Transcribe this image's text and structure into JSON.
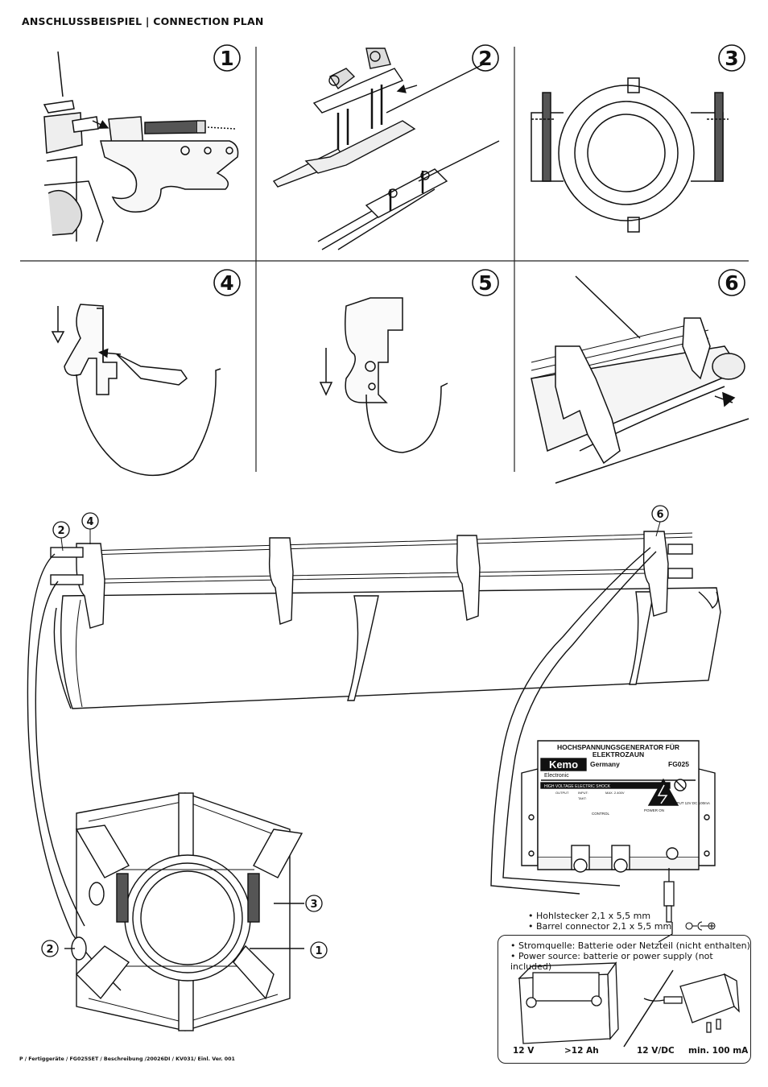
{
  "header": {
    "title": "ANSCHLUSSBEISPIEL | CONNECTION PLAN"
  },
  "steps": [
    "1",
    "2",
    "3",
    "4",
    "5",
    "6"
  ],
  "callouts": {
    "c2a": "2",
    "c4": "4",
    "c6": "6",
    "c3": "3",
    "c2b": "2",
    "c1": "1"
  },
  "generator": {
    "title_line1": "HOCHSPANNUNGSGENERATOR FÜR",
    "title_line2": "ELEKTROZAUN",
    "brand": "Kemo",
    "brand_sub": "Electronic",
    "country": "Germany",
    "model": "FG025",
    "warning": "HIGH VOLTAGE ELECTRIC SHOCK",
    "output": "OUTPUT",
    "input_label": "INPUT:",
    "takt": "TAKT:",
    "max": "MAX. 2.400V",
    "control": "CONTROL",
    "power_on": "POWER ON",
    "input_rating": "INPUT 12V DC 100mA"
  },
  "connector": {
    "line_de": "• Hohlstecker 2,1 x 5,5 mm",
    "line_en": "• Barrel connector 2,1 x 5,5 mm"
  },
  "power_source": {
    "line_de": "• Stromquelle: Batterie oder Netzteil (nicht enthalten)",
    "line_en": "• Power source: batterie or power supply (not included)",
    "specs": [
      "12 V",
      ">12 Ah",
      "12 V/DC",
      "min. 100 mA"
    ]
  },
  "footer": {
    "text": "P / Fertiggeräte / FG025SET / Beschreibung /20026DI / KV031/ Einl. Ver. 001"
  }
}
